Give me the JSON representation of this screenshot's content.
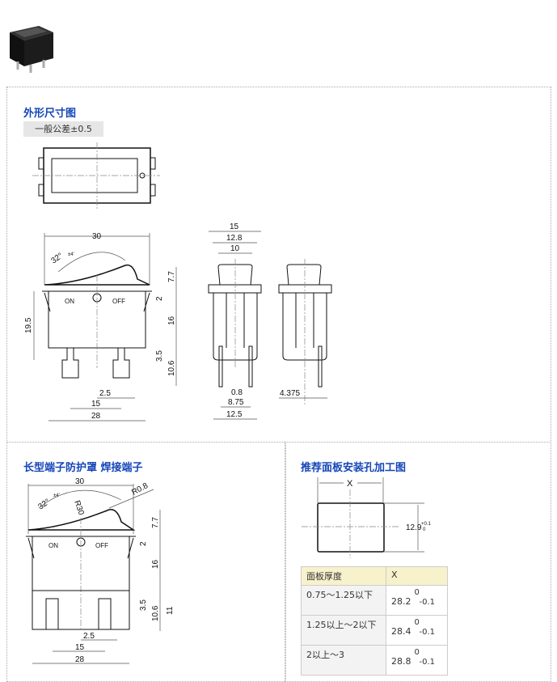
{
  "section1": {
    "title": "外形尺寸图",
    "tolerance": "一般公差±0.5",
    "front_view": {
      "angle": "32°",
      "angle_tol": "±4'",
      "dims": {
        "width": "30",
        "rocker_height": "7.7",
        "step": "2",
        "height": "19.5",
        "body": "16",
        "pin_hole": "3.5",
        "pin_len": "10.6",
        "pin_w": "2.5",
        "pitch": "15",
        "base": "28"
      },
      "on": "ON",
      "off": "OFF"
    },
    "side_view": {
      "dims": {
        "flange": "15",
        "body": "12.8",
        "cap": "10",
        "pin_t": "0.8",
        "pin_pitch": "8.75",
        "base": "12.5",
        "offset": "4.375"
      }
    }
  },
  "section2": {
    "title": "长型端子防护罩 焊接端子",
    "dims": {
      "width": "30",
      "radius_small": "R0.8",
      "radius_large": "R30",
      "angle": "32°",
      "angle_tol": "±4'",
      "rocker_height": "7.7",
      "step": "2",
      "body": "16",
      "pin_hole": "3.5",
      "pin_len": "10.6",
      "total": "11",
      "pin_w": "2.5",
      "pitch": "15",
      "base": "28"
    },
    "on": "ON",
    "off": "OFF"
  },
  "section3": {
    "title": "推荐面板安装孔加工图",
    "x_label": "X",
    "height": "12.9",
    "height_tol_upper": "+0.1",
    "height_tol_lower": "0",
    "table": {
      "headers": [
        "面板厚度",
        "X"
      ],
      "rows": [
        {
          "thickness": "0.75～1.25以下",
          "x": "28.2",
          "upper": "0",
          "lower": "-0.1"
        },
        {
          "thickness": "1.25以上～2以下",
          "x": "28.4",
          "upper": "0",
          "lower": "-0.1"
        },
        {
          "thickness": "2以上～3",
          "x": "28.8",
          "upper": "0",
          "lower": "-0.1"
        }
      ]
    }
  }
}
